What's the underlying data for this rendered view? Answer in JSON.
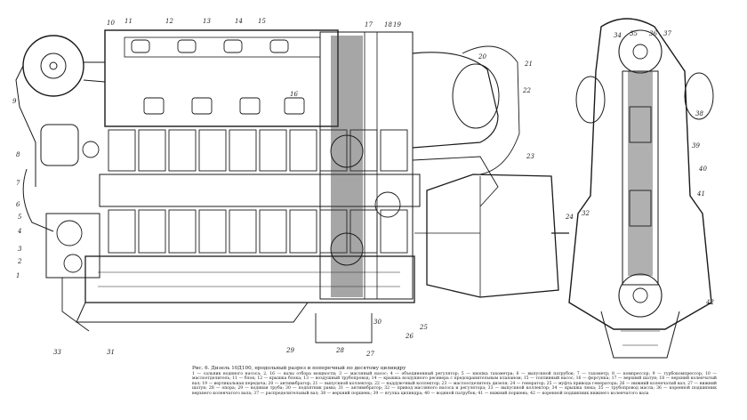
{
  "figure": {
    "caption_title": "Рис. 6. Дизель 10Д100, продольный разрез и поперечный по десятому цилиндру",
    "legend_text": "1 — сальник водяного насоса; 2, 16 — валы отбора мощности; 3 — масляный насос; 4 — объединенный регулятор; 5 — кнопка тахометра; 6 — выпускной патрубок; 7 — тахометр; 8 — компрессор; 9 — турбокомпрессор; 10 — маслоотделитель; 11 — блок; 12 — крышка блока; 13 — воздушный трубопровод; 14 — крышка воздушного ресивера с предохранительным клапаном; 15 — топливный насос; 16 — форсунка; 17 — верхний шатун; 18 — верхний коленчатый вал; 19 — вертикальная передача; 20 — антивибратор; 21 — выпускной коллектор; 22 — наддувочный коллектор; 23 — маслоотделитель дизеля; 24 — генератор; 25 — муфта привода генератора; 26 — нижний коленчатый вал; 27 — нижний шатун; 28 — опора; 29 — водяная труба; 30 — подпятник рамы; 31 — антивибратор; 32 — привод масляного насоса и регулятора; 33 — выпускной коллектор; 34 — крышка люка; 35 — трубопровод масла; 36 — коренной подшипник верхнего коленчатого вала; 37 — распределительный вал; 38 — верхний поршень; 39 — втулка цилиндра; 40 — водяной патрубок; 41 — нижний поршень; 42 — коренной подшипник нижнего коленчатого вала",
    "callouts": [
      "1",
      "2",
      "3",
      "4",
      "5",
      "6",
      "7",
      "8",
      "9",
      "10",
      "11",
      "12",
      "13",
      "14",
      "15",
      "16",
      "17",
      "18",
      "19",
      "20",
      "21",
      "22",
      "23",
      "24",
      "25",
      "26",
      "27",
      "28",
      "29",
      "30",
      "31",
      "32",
      "33",
      "34",
      "35",
      "36",
      "37",
      "38",
      "39",
      "40",
      "41",
      "42"
    ]
  }
}
